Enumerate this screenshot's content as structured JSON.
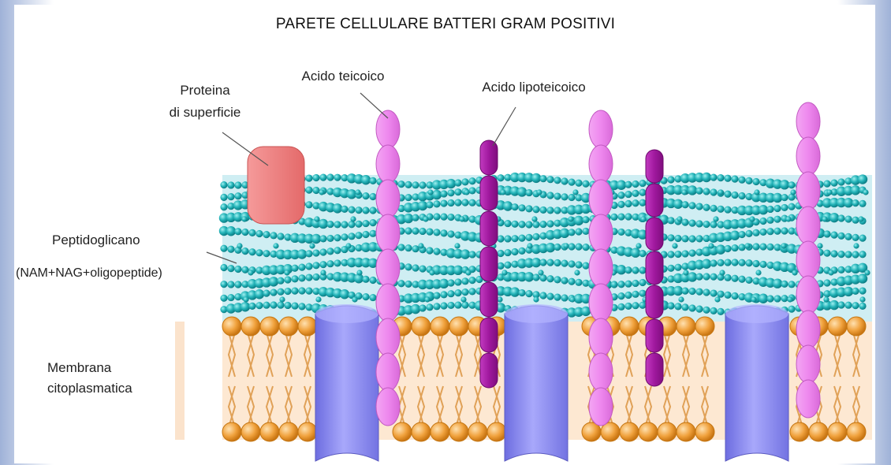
{
  "title": "PARETE CELLULARE BATTERI GRAM POSITIVI",
  "labels": {
    "surface_protein_1": "Proteina",
    "surface_protein_2": "di superficie",
    "teichoic_acid": "Acido teicoico",
    "lipoteichoic_acid": "Acido lipoteicoico",
    "peptidoglycan_1": "Peptidoglicano",
    "peptidoglycan_2": "(NAM+NAG+oligopeptide)",
    "membrane_1": "Membrana",
    "membrane_2": "citoplasmatica"
  },
  "colors": {
    "background_layer": "#cfeef3",
    "peptidoglycan": "#23b3b8",
    "surface_protein": "#ee8080",
    "teichoic_acid": "#ee88ee",
    "lipoteichoic_acid": "#a0189e",
    "membrane_protein": "#8e8ef0",
    "lipid_head": "#f0a13c",
    "membrane_fill": "#fde8d2"
  }
}
